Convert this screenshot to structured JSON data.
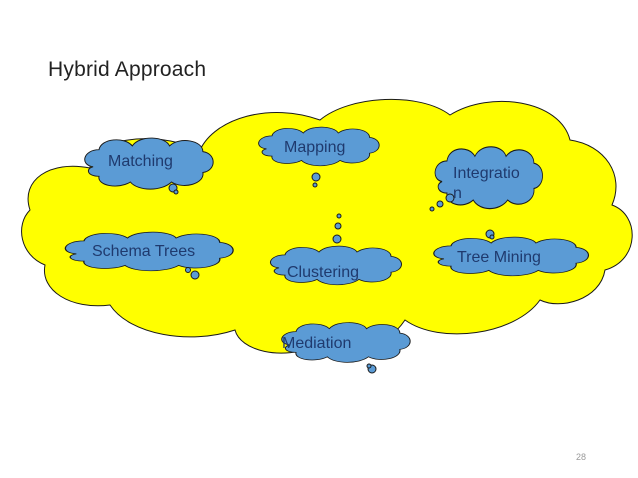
{
  "slide": {
    "title": "Hybrid Approach",
    "page_number": "28"
  },
  "colors": {
    "big_cloud_fill": "#ffff00",
    "small_cloud_fill": "#5b9bd5",
    "outline": "#1a1a1a",
    "label_text": "#1f3a6e"
  },
  "nodes": {
    "matching": "Matching",
    "mapping": "Mapping",
    "integration_line1": "Integratio",
    "integration_line2": "n",
    "schema_trees": "Schema Trees",
    "clustering": "Clustering",
    "tree_mining": "Tree Mining",
    "mediation": "Mediation"
  }
}
